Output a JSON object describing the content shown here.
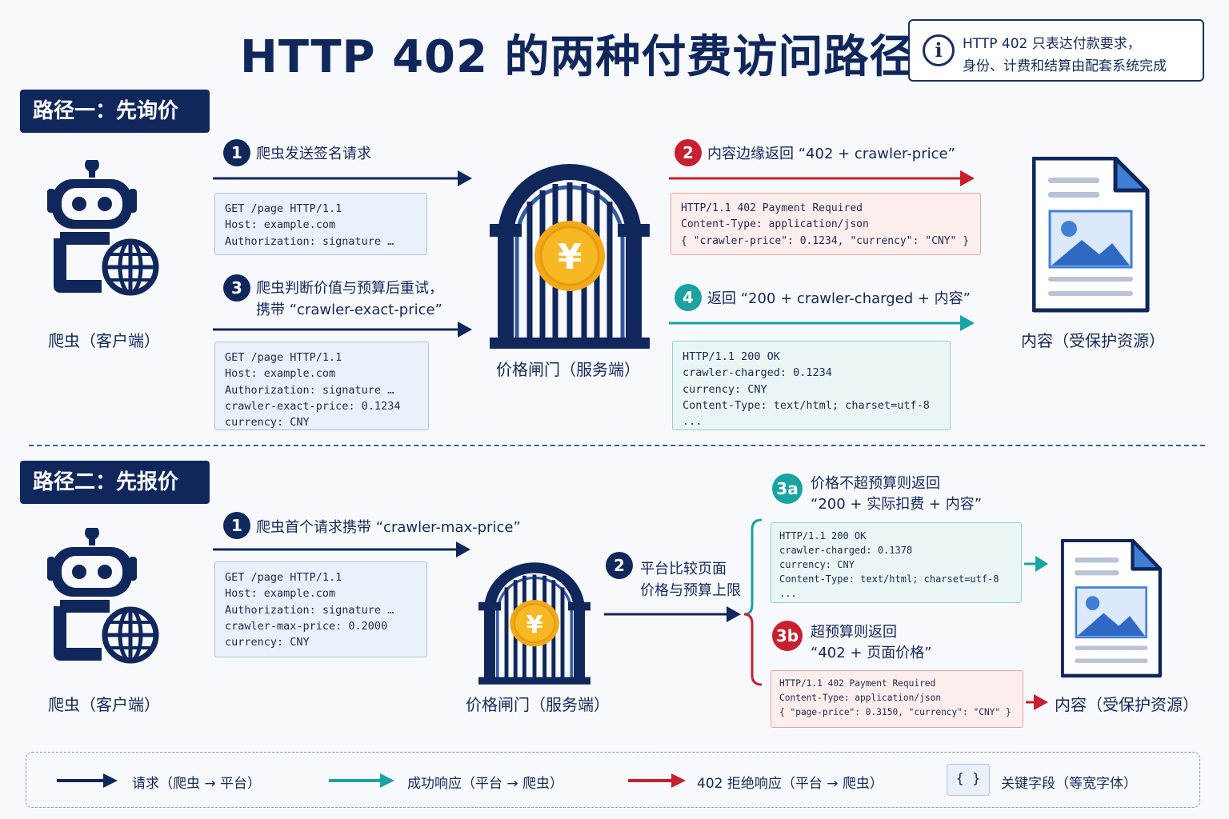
{
  "title": "HTTP 402 的两种付费访问路径",
  "note": {
    "icon": "info-icon",
    "line1": "HTTP 402 只表达付款要求，",
    "line2": "身份、计费和结算由配套系统完成"
  },
  "colors": {
    "navy": "#10275c",
    "red": "#c8202f",
    "teal": "#1aa3a3",
    "gold": "#f4b41a"
  },
  "path1": {
    "header": "路径一：先询价",
    "client_label": "爬虫（客户端）",
    "gate_label": "价格闸门（服务端）",
    "content_label": "内容（受保护资源）",
    "step1": {
      "num": "1",
      "text": "爬虫发送签名请求",
      "code": "GET /page HTTP/1.1\nHost: example.com\nAuthorization: signature …"
    },
    "step2": {
      "num": "2",
      "text": "内容边缘返回 “402 + crawler-price”",
      "code": "HTTP/1.1 402 Payment Required\nContent-Type: application/json\n{ \"crawler-price\": 0.1234, \"currency\": \"CNY\" }"
    },
    "step3": {
      "num": "3",
      "text_line1": "爬虫判断价值与预算后重试，",
      "text_line2": "携带 “crawler-exact-price”",
      "code": "GET /page HTTP/1.1\nHost: example.com\nAuthorization: signature …\ncrawler-exact-price: 0.1234\ncurrency: CNY"
    },
    "step4": {
      "num": "4",
      "text": "返回 “200 + crawler-charged + 内容”",
      "code": "HTTP/1.1 200 OK\ncrawler-charged: 0.1234\ncurrency: CNY\nContent-Type: text/html; charset=utf-8\n..."
    }
  },
  "path2": {
    "header": "路径二：先报价",
    "client_label": "爬虫（客户端）",
    "gate_label": "价格闸门（服务端）",
    "content_label": "内容（受保护资源）",
    "step1": {
      "num": "1",
      "text": "爬虫首个请求携带 “crawler-max-price”",
      "code": "GET /page HTTP/1.1\nHost: example.com\nAuthorization: signature …\ncrawler-max-price: 0.2000\ncurrency: CNY"
    },
    "step2": {
      "num": "2",
      "text_line1": "平台比较页面",
      "text_line2": "价格与预算上限"
    },
    "step3a": {
      "num": "3a",
      "text_line1": "价格不超预算则返回",
      "text_line2": "“200 + 实际扣费 + 内容”",
      "code": "HTTP/1.1 200 OK\ncrawler-charged: 0.1378\ncurrency: CNY\nContent-Type: text/html; charset=utf-8\n..."
    },
    "step3b": {
      "num": "3b",
      "text_line1": "超预算则返回",
      "text_line2": "“402 + 页面价格”",
      "code": "HTTP/1.1 402 Payment Required\nContent-Type: application/json\n{ \"page-price\": 0.3150, \"currency\": \"CNY\" }"
    }
  },
  "legend": {
    "request": "请求（爬虫 → 平台）",
    "success": "成功响应（平台 → 爬虫）",
    "reject": "402 拒绝响应（平台 → 爬虫）",
    "brace_symbol": "{ }",
    "key_field": "关键字段（等宽字体）"
  },
  "currency_symbol": "¥"
}
